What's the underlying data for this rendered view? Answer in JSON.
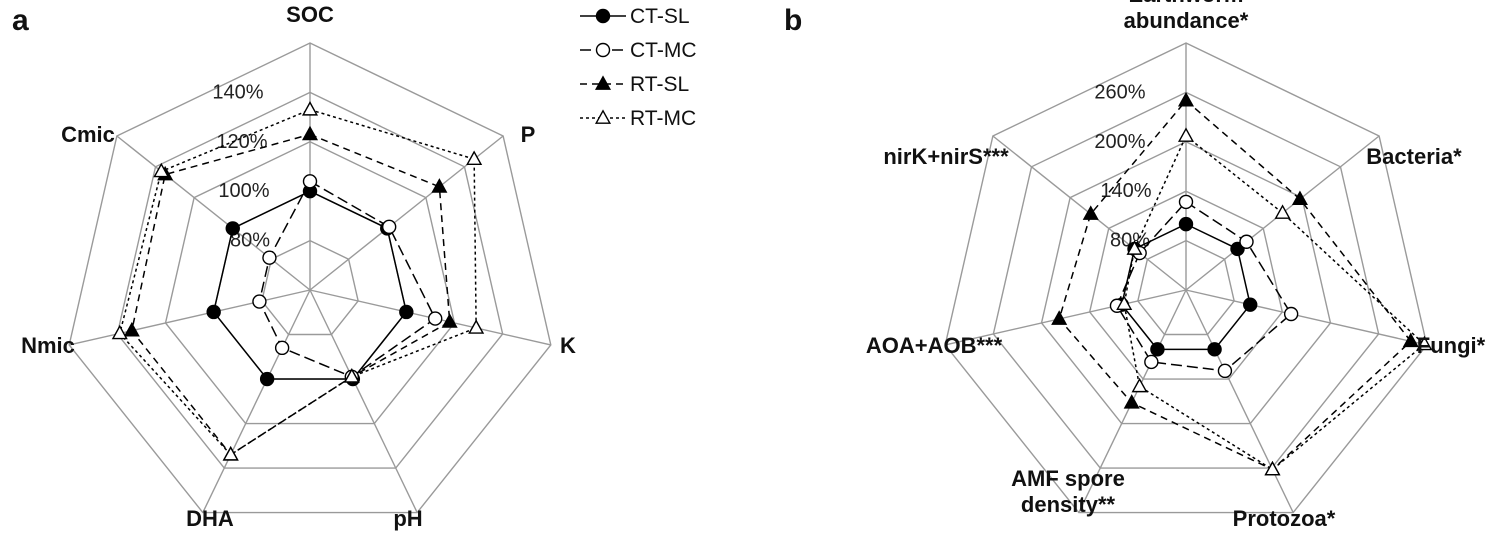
{
  "legend": [
    {
      "name": "CT-SL",
      "marker": "circle-filled",
      "dash": "solid"
    },
    {
      "name": "CT-MC",
      "marker": "circle-open",
      "dash": "longdash"
    },
    {
      "name": "RT-SL",
      "marker": "triangle-filled",
      "dash": "dash"
    },
    {
      "name": "RT-MC",
      "marker": "triangle-open",
      "dash": "dot"
    }
  ],
  "chart_data": [
    {
      "type": "radar",
      "panel_label": "a",
      "axes": [
        "SOC",
        "P",
        "K",
        "pH",
        "DHA",
        "Nmic",
        "Cmic"
      ],
      "tick_labels": [
        "80%",
        "100%",
        "120%",
        "140%"
      ],
      "rmin": 60,
      "rmax": 160,
      "ring_step": 20,
      "series": [
        {
          "name": "CT-SL",
          "values": [
            100,
            100,
            100,
            100,
            100,
            100,
            100
          ]
        },
        {
          "name": "CT-MC",
          "values": [
            104,
            101,
            112,
            99,
            86,
            81,
            81
          ]
        },
        {
          "name": "RT-SL",
          "values": [
            123,
            127,
            118,
            99,
            134,
            134,
            135
          ]
        },
        {
          "name": "RT-MC",
          "values": [
            133,
            145,
            129,
            99,
            134,
            139,
            137
          ]
        }
      ]
    },
    {
      "type": "radar",
      "panel_label": "b",
      "axes": [
        "Earthworm abundance*",
        "Bacteria*",
        "Fungi*",
        "Protozoa*",
        "AMF spore density**",
        "AOA+AOB***",
        "nirK+nirS***"
      ],
      "axis_label_lines": [
        [
          "Earthworm",
          "abundance*"
        ],
        [
          "Bacteria*"
        ],
        [
          "Fungi*"
        ],
        [
          "Protozoa*"
        ],
        [
          "AMF spore",
          "density**"
        ],
        [
          "AOA+AOB***"
        ],
        [
          "nirK+nirS***"
        ]
      ],
      "tick_labels": [
        "80%",
        "140%",
        "200%",
        "260%"
      ],
      "rmin": 20,
      "rmax": 320,
      "ring_step": 60,
      "series": [
        {
          "name": "CT-SL",
          "values": [
            100,
            100,
            100,
            100,
            100,
            100,
            100
          ]
        },
        {
          "name": "CT-MC",
          "values": [
            127,
            114,
            151,
            129,
            117,
            106,
            92
          ]
        },
        {
          "name": "RT-SL",
          "values": [
            250,
            197,
            300,
            262,
            172,
            178,
            168
          ]
        },
        {
          "name": "RT-MC",
          "values": [
            207,
            170,
            317,
            262,
            150,
            97,
            100
          ]
        }
      ]
    }
  ]
}
